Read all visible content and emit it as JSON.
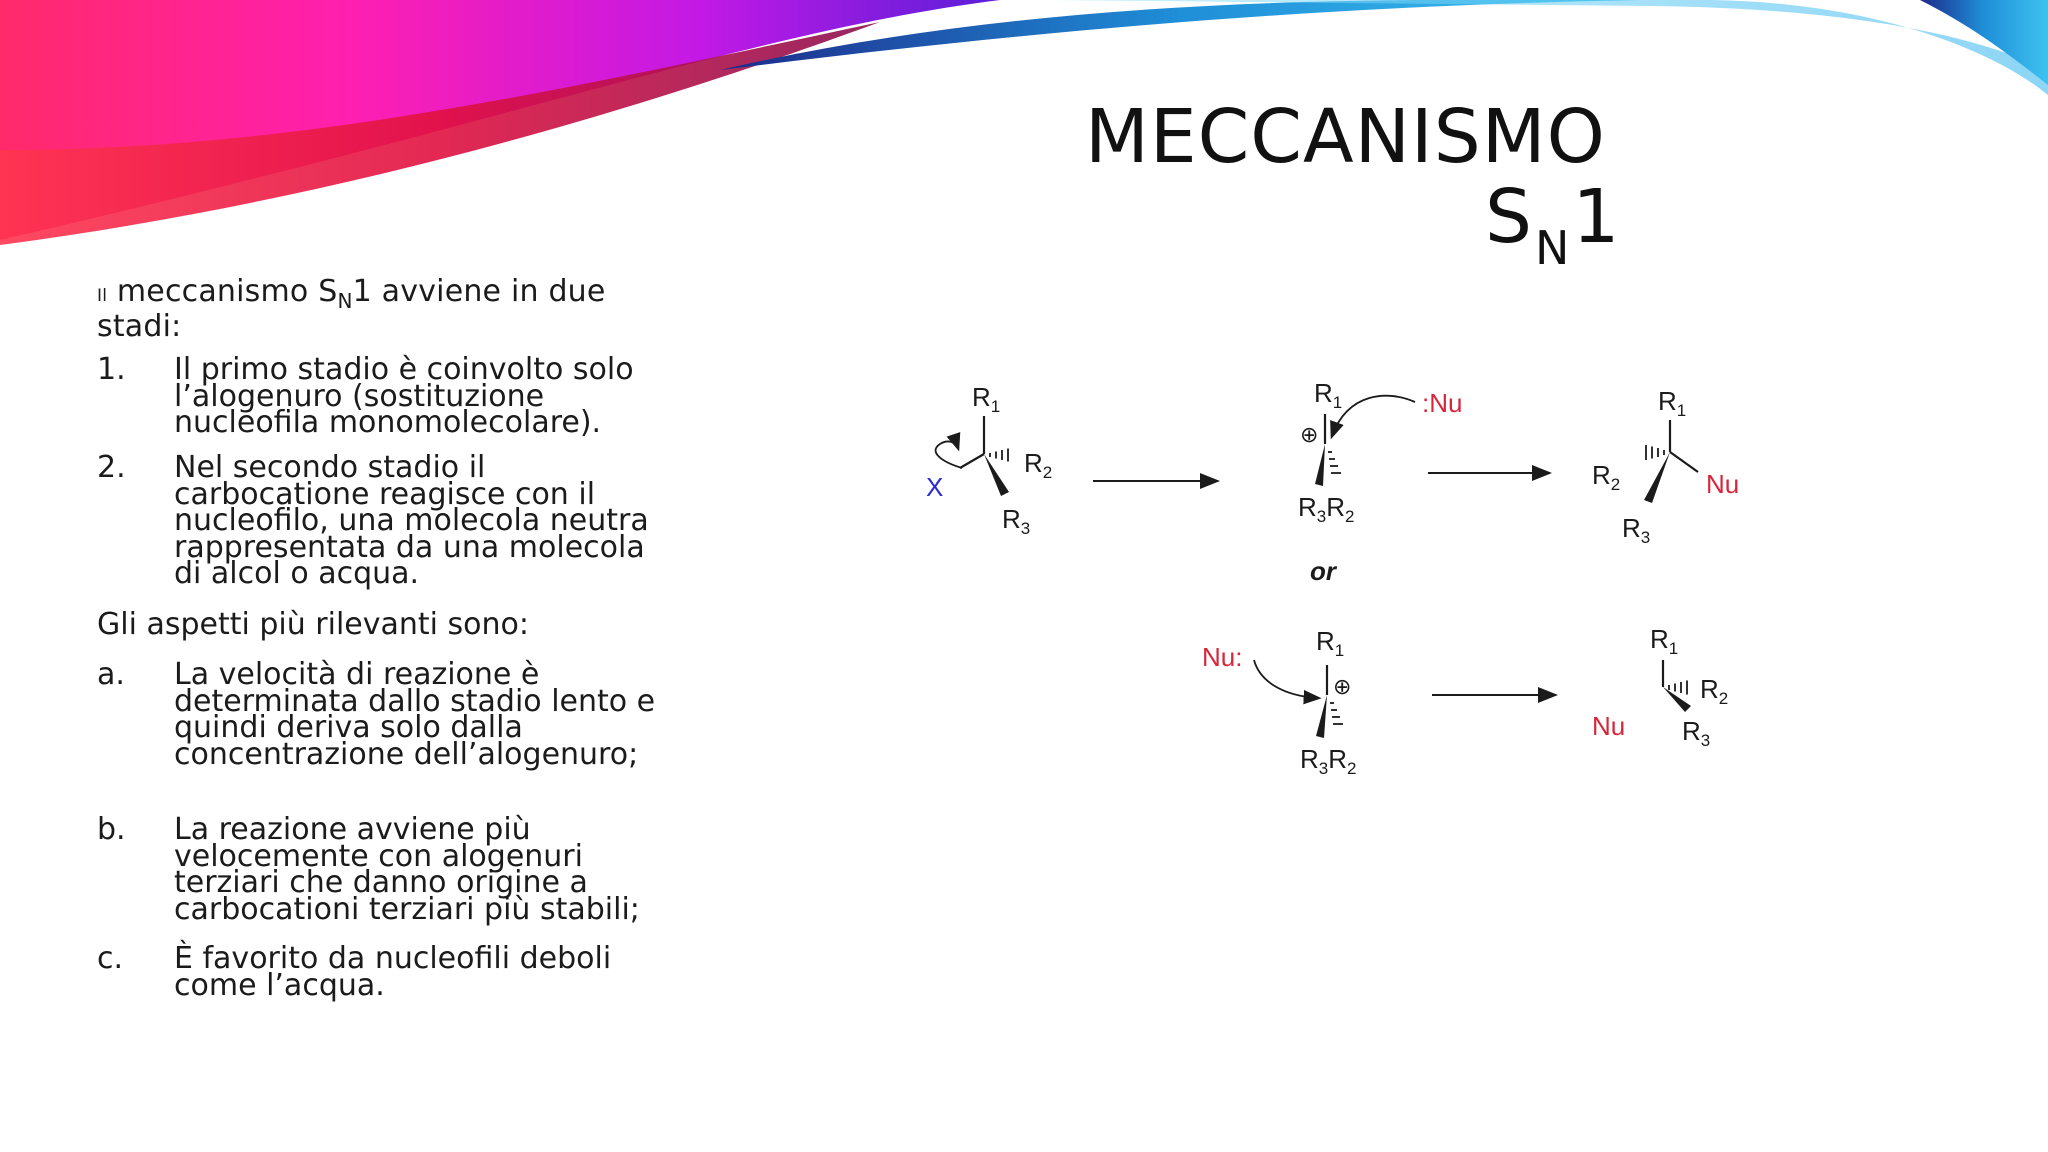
{
  "slide": {
    "title_line1": "MECCANISMO",
    "title_line2_letter": "S",
    "title_line2_subscript": "N",
    "title_line2_number": "1",
    "intro": {
      "prefix_small": "Il",
      "text_before_sub": " meccanismo S",
      "subscript": "N",
      "text_after_sub": "1 avviene in due stadi:"
    },
    "steps": [
      {
        "marker": "1.",
        "text": "Il primo stadio è coinvolto solo l’alogenuro (sostituzione nucleofila monomolecolare)."
      },
      {
        "marker": "2.",
        "text": "Nel secondo stadio il carbocatione reagisce con il nucleofilo, una molecola neutra rappresentata da una molecola di alcol o acqua."
      }
    ],
    "aspects_heading": "Gli aspetti più rilevanti sono:",
    "aspects": [
      {
        "marker": "a.",
        "text": "La velocità di reazione è determinata dallo stadio lento e quindi deriva solo dalla concentrazione dell’alogenuro;"
      },
      {
        "marker": "b.",
        "text": "La reazione avviene più velocemente con alogenuri terziari che danno origine a carbocationi terziari più stabili;"
      },
      {
        "marker": "c.",
        "text": "È favorito da nucleofili deboli come l’acqua."
      }
    ]
  },
  "scheme": {
    "r": "R",
    "sub1": "1",
    "sub2": "2",
    "sub3": "3",
    "leaving_group": "X",
    "nucleophile": "Nu",
    "nucleophile_top": ":Nu",
    "nucleophile_bottom": "Nu:",
    "cation_symbol": "⊕",
    "or_label": "or"
  },
  "colors": {
    "nucleophile": "#d6263a",
    "leaving_group": "#2a2ad0",
    "text": "#1b1b1b"
  }
}
